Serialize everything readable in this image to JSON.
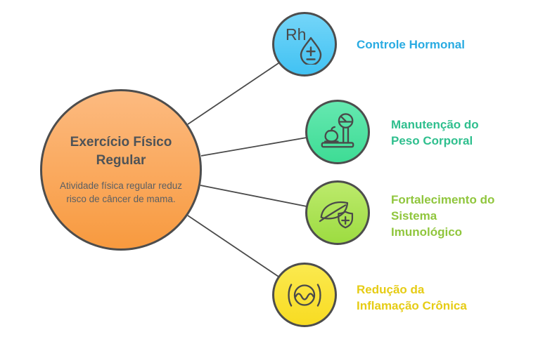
{
  "diagram": {
    "background_color": "#ffffff",
    "connector_color": "#4a4a4a",
    "circle_border_color": "#4d4d4d",
    "center": {
      "title": "Exercício Físico Regular",
      "description": "Atividade física regular reduz risco de câncer de mama.",
      "fill_top": "#fcba80",
      "fill_bottom": "#f89a3f",
      "title_color": "#4e5357",
      "description_color": "#5a5f64"
    },
    "nodes": [
      {
        "id": "controle-hormonal",
        "icon": "rh-factor-blood-drop-icon",
        "icon_text": "Rh",
        "circle_top_color": "#74d5f8",
        "circle_bottom_color": "#41c2f3",
        "label_color": "#29abe2",
        "label": "Controle Hormonal",
        "label_lines": [
          "Controle Hormonal"
        ]
      },
      {
        "id": "manutencao-peso-corporal",
        "icon": "weight-scale-apple-icon",
        "circle_top_color": "#65e8b0",
        "circle_bottom_color": "#3edc95",
        "label_color": "#2fbf8e",
        "label": "Manutenção do Peso Corporal",
        "label_lines": [
          "Manutenção do",
          "Peso Corporal"
        ]
      },
      {
        "id": "fortalecimento-sistema-imunologico",
        "icon": "leaf-shield-plus-icon",
        "circle_top_color": "#bcea6c",
        "circle_bottom_color": "#9ddc41",
        "label_color": "#90c63d",
        "label": "Fortalecimento do Sistema Imunológico",
        "label_lines": [
          "Fortalecimento do",
          "Sistema",
          "Imunológico"
        ]
      },
      {
        "id": "reducao-inflamacao-cronica",
        "icon": "inflammation-wave-icon",
        "circle_top_color": "#fbe94f",
        "circle_bottom_color": "#f8dc22",
        "label_color": "#e6cc15",
        "label": "Redução da Inflamação Crônica",
        "label_lines": [
          "Redução da",
          "Inflamação Crônica"
        ]
      }
    ]
  }
}
